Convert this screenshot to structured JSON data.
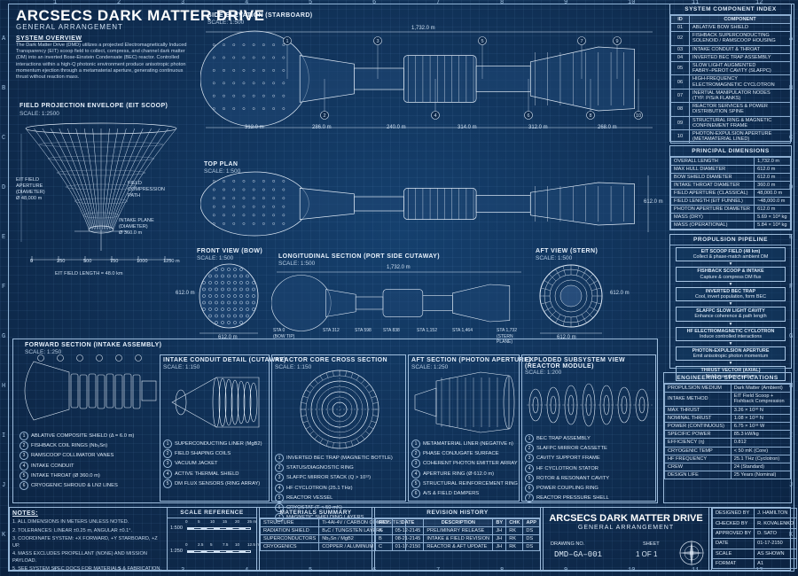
{
  "header": {
    "title": "ARCSECS DARK MATTER DRIVE",
    "subtitle": "GENERAL ARRANGEMENT"
  },
  "overview": {
    "heading": "SYSTEM OVERVIEW",
    "text": "The Dark Matter Drive (DMD) utilizes a projected Electromagnetically Induced Transparency (EIT) scoop field to collect, compress, and channel dark matter (DM) into an inverted Bose-Einstein Condensate (BEC) reactor. Controlled interactions within a high-Q photonic environment produce anisotropic photon momentum ejection through a metamaterial aperture, generating continuous thrust without reaction mass."
  },
  "side_elevation": {
    "title": "SIDE ELEVATION (STARBOARD)",
    "scale": "SCALE: 1:500",
    "length": "1,732.0 m",
    "segments": [
      "312.0 m",
      "286.0 m",
      "240.0 m",
      "314.0 m",
      "312.0 m",
      "268.0 m"
    ],
    "callouts": [
      "1",
      "2",
      "3",
      "4",
      "5",
      "6",
      "7",
      "8",
      "9",
      "10"
    ]
  },
  "eit_scoop": {
    "title": "FIELD PROJECTION ENVELOPE (EIT SCOOP)",
    "scale": "SCALE: 1:2500",
    "aperture_label": "EIT FIELD\nAPERTURE\n(DIAMETER)\nØ 48,000 m",
    "path_label": "FIELD\nCOMPRESSION\nPATH",
    "intake_label": "INTAKE PLANE\n(DIAMETER)\nØ 360.0 m",
    "ticks": [
      "0",
      "250",
      "500",
      "750",
      "1000",
      "1250 m"
    ],
    "field_length": "EIT FIELD LENGTH = 48.0 km"
  },
  "top_plan": {
    "title": "TOP PLAN",
    "scale": "SCALE: 1:500",
    "width": "612.0 m"
  },
  "front_view": {
    "title": "FRONT VIEW (BOW)",
    "scale": "SCALE: 1:500",
    "height": "612.0 m",
    "width": "612.0 m"
  },
  "long_section": {
    "title": "LONGITUDINAL SECTION (PORT SIDE CUTAWAY)",
    "scale": "SCALE: 1:500",
    "length": "1,732.0 m",
    "stations": [
      "STA 0\n(BOW TIP)",
      "STA 312",
      "STA 598",
      "STA 838",
      "STA 1,152",
      "STA 1,464",
      "STA 1,732\n(STERN PLANE)"
    ]
  },
  "aft_view": {
    "title": "AFT VIEW (STERN)",
    "scale": "SCALE: 1:500",
    "height": "612.0 m",
    "width": "612.0 m"
  },
  "forward_section": {
    "title": "FORWARD SECTION (INTAKE ASSEMBLY)",
    "scale": "SCALE: 1:250",
    "legend": [
      {
        "n": "1",
        "t": "ABLATIVE COMPOSITE SHIELD (Δ = 6.0 m)"
      },
      {
        "n": "2",
        "t": "FISHBACK COIL RINGS (Nb₃Sn)"
      },
      {
        "n": "3",
        "t": "RAMSCOOP COLLIMATOR VANES"
      },
      {
        "n": "4",
        "t": "INTAKE CONDUIT"
      },
      {
        "n": "5",
        "t": "INTAKE THROAT (Ø 360.0 m)"
      },
      {
        "n": "6",
        "t": "CRYOGENIC SHROUD & LN2 LINES"
      }
    ]
  },
  "intake_detail": {
    "title": "INTAKE CONDUIT DETAIL (CUTAWAY)",
    "scale": "SCALE: 1:150",
    "legend": [
      {
        "n": "1",
        "t": "SUPERCONDUCTING LINER (MgB2)"
      },
      {
        "n": "2",
        "t": "FIELD SHAPING COILS"
      },
      {
        "n": "3",
        "t": "VACUUM JACKET"
      },
      {
        "n": "4",
        "t": "ACTIVE THERMAL SHIELD"
      },
      {
        "n": "5",
        "t": "DM FLUX SENSORS (RING ARRAY)"
      }
    ]
  },
  "reactor_core": {
    "title": "REACTOR CORE CROSS SECTION",
    "scale": "SCALE: 1:150",
    "legend": [
      {
        "n": "1",
        "t": "INVERTED BEC TRAP (MAGNETIC BOTTLE)"
      },
      {
        "n": "2",
        "t": "STATUS/DIAGNOSTIC RING"
      },
      {
        "n": "3",
        "t": "SLAFPC MIRROR STACK (Q > 10¹²)"
      },
      {
        "n": "4",
        "t": "HF CYCLOTRON (25.1 THz)"
      },
      {
        "n": "5",
        "t": "REACTOR VESSEL"
      },
      {
        "n": "6",
        "t": "CRYOSTAT (T < 50 mK)"
      },
      {
        "n": "7",
        "t": "MAGNETIC SHIELDING LAYERS"
      }
    ]
  },
  "aft_section": {
    "title": "AFT SECTION (PHOTON APERTURE)",
    "scale": "SCALE: 1:250",
    "legend": [
      {
        "n": "1",
        "t": "METAMATERIAL LINER (NEGATIVE n)"
      },
      {
        "n": "2",
        "t": "PHASE CONJUGATE SURFACE"
      },
      {
        "n": "3",
        "t": "COHERENT PHOTON EMITTER ARRAY"
      },
      {
        "n": "4",
        "t": "APERTURE RING (Ø 612.0 m)"
      },
      {
        "n": "5",
        "t": "STRUCTURAL REINFORCEMENT RING"
      },
      {
        "n": "6",
        "t": "A/S & FIELD DAMPERS"
      }
    ]
  },
  "exploded": {
    "title": "EXPLODED SUBSYSTEM VIEW",
    "subtitle": "(REACTOR MODULE)",
    "scale": "SCALE: 1:200",
    "legend": [
      {
        "n": "1",
        "t": "BEC TRAP ASSEMBLY"
      },
      {
        "n": "2",
        "t": "SLAFPC MIRROR CASSETTE"
      },
      {
        "n": "3",
        "t": "CAVITY SUPPORT FRAME"
      },
      {
        "n": "4",
        "t": "HF CYCLOTRON STATOR"
      },
      {
        "n": "5",
        "t": "ROTOR & RESONANT CAVITY"
      },
      {
        "n": "6",
        "t": "POWER COUPLING RING"
      },
      {
        "n": "7",
        "t": "REACTOR PRESSURE SHELL"
      }
    ]
  },
  "component_index": {
    "title": "SYSTEM COMPONENT INDEX",
    "headers": [
      "ID",
      "COMPONENT"
    ],
    "rows": [
      [
        "01",
        "ABLATIVE BOW SHIELD"
      ],
      [
        "02",
        "FISHBACK SUPERCONDUCTING\nSOLENOID / RAMSCOOP HOUSING"
      ],
      [
        "03",
        "INTAKE CONDUIT & THROAT"
      ],
      [
        "04",
        "INVERTED BEC TRAP ASSEMBLY"
      ],
      [
        "05",
        "SLOW LIGHT AUGMENTED\nFABRY–PEROT CAVITY (SLAFPC)"
      ],
      [
        "06",
        "HIGH-FREQUENCY\nELECTROMAGNETIC CYCLOTRON"
      ],
      [
        "07",
        "INERTIAL MANIPULATOR NODES\n(TYP. P/S/A FLANKS)"
      ],
      [
        "08",
        "REACTOR SERVICES & POWER\nDISTRIBUTION SPINE"
      ],
      [
        "09",
        "STRUCTURAL RING & MAGNETIC\nCONFINEMENT FRAME"
      ],
      [
        "10",
        "PHOTON-EXPULSION APERTURE\n(METAMATERIAL LINED)"
      ]
    ]
  },
  "principal_dims": {
    "title": "PRINCIPAL DIMENSIONS",
    "rows": [
      [
        "OVERALL LENGTH",
        "1,732.0 m"
      ],
      [
        "MAX HULL DIAMETER",
        "612.0 m"
      ],
      [
        "BOW SHIELD DIAMETER",
        "612.0 m"
      ],
      [
        "INTAKE THROAT DIAMETER",
        "360.0 m"
      ],
      [
        "FIELD APERTURE (CLASSICAL)",
        "48,000.0 m"
      ],
      [
        "FIELD LENGTH (EIT FUNNEL)",
        "~48,000.0 m"
      ],
      [
        "PHOTON APERTURE DIAMETER",
        "612.0 m"
      ],
      [
        "MASS (DRY)",
        "5.69 × 10⁸ kg"
      ],
      [
        "MASS (OPERATIONAL)",
        "5.84 × 10⁸ kg"
      ]
    ]
  },
  "pipeline": {
    "title": "PROPULSION PIPELINE",
    "steps": [
      [
        "EIT SCOOP FIELD (48 km)",
        "Collect & phase-match ambient DM"
      ],
      [
        "FISHBACK SCOOP & INTAKE",
        "Capture & compress DM flux"
      ],
      [
        "INVERTED BEC TRAP",
        "Cool, invert population, form BEC"
      ],
      [
        "SLAFPC SLOW LIGHT CAVITY",
        "Enhance coherence & path length"
      ],
      [
        "HF ELECTROMAGNETIC CYCLOTRON",
        "Induce controlled interactions"
      ],
      [
        "PHOTON-EXPULSION APERTURE",
        "Emit anisotropic photon momentum"
      ],
      [
        "THRUST VECTOR (AXIAL)",
        "Net forward momentum"
      ]
    ]
  },
  "eng_specs": {
    "title": "ENGINEERING SPECIFICATIONS",
    "rows": [
      [
        "PROPULSION MEDIUM",
        "Dark Matter (Ambient)"
      ],
      [
        "INTAKE METHOD",
        "EIT Field Scoop +\nFishback Compression"
      ],
      [
        "MAX THRUST",
        "3.26 × 10¹⁰ N"
      ],
      [
        "NOMINAL THRUST",
        "1.08 × 10¹⁰ N"
      ],
      [
        "POWER (CONTINUOUS)",
        "6.75 × 10¹⁸ W"
      ],
      [
        "SPECIFIC POWER",
        "85.3 kW/kg"
      ],
      [
        "EFFICIENCY (η)",
        "0.812"
      ],
      [
        "CRYOGENIC TEMP",
        "< 50 mK (Core)"
      ],
      [
        "HF FREQUENCY",
        "25.1 THz (Cyclotron)"
      ],
      [
        "CREW",
        "24 (Standard)"
      ],
      [
        "DESIGN LIFE",
        "25 Years (Nominal)"
      ]
    ]
  },
  "notes": {
    "title": "NOTES:",
    "items": [
      "1. ALL DIMENSIONS IN METERS UNLESS NOTED.",
      "2. TOLERANCES: LINEAR ±0.25 m, ANGULAR ±0.1°.",
      "3. COORDINATE SYSTEM: +X FORWARD, +Y STARBOARD, +Z UP.",
      "4. MASS EXCLUDES PROPELLANT (NONE) AND MISSION PAYLOAD.",
      "5. SEE SYSTEM SPEC DOCS FOR MATERIALS & FABRICATION."
    ]
  },
  "scale_ref": {
    "title": "SCALE REFERENCE",
    "rows": [
      {
        "label": "1:500",
        "ticks": [
          "0",
          "5",
          "10",
          "15",
          "20",
          "25 m"
        ]
      },
      {
        "label": "1:250",
        "ticks": [
          "0",
          "2.5",
          "5",
          "7.5",
          "10",
          "12.5 m"
        ]
      }
    ]
  },
  "materials": {
    "title": "MATERIALS SUMMARY",
    "rows": [
      [
        "STRUCTURE",
        "Ti-4Al-4V / CARBON COMPOSITES"
      ],
      [
        "RADIATION SHIELD",
        "B₄C / TUNGSTEN LAYERS"
      ],
      [
        "SUPERCONDUCTORS",
        "Nb₃Sn / MgB2"
      ],
      [
        "CRYOGENICS",
        "COPPER / ALUMINUM"
      ]
    ]
  },
  "revisions": {
    "title": "REVISION HISTORY",
    "headers": [
      "REV",
      "DATE",
      "DESCRIPTION",
      "BY",
      "CHK",
      "APP"
    ],
    "rows": [
      [
        "A",
        "05-12-2145",
        "PRELIMINARY RELEASE",
        "JH",
        "RK",
        "DS"
      ],
      [
        "B",
        "08-21-2145",
        "INTAKE & FIELD REVISION",
        "JH",
        "RK",
        "DS"
      ],
      [
        "C",
        "01-17-2150",
        "REACTOR & AFT UPDATE",
        "JH",
        "RK",
        "DS"
      ]
    ]
  },
  "title_block": {
    "title": "ARCSECS DARK MATTER DRIVE",
    "subtitle": "GENERAL ARRANGEMENT",
    "drawing_no_label": "DRAWING NO.",
    "drawing_no": "DMD–GA–001",
    "sheet_label": "SHEET",
    "sheet": "1 OF 1",
    "rows": [
      [
        "DESIGNED BY",
        "J. HAMILTON"
      ],
      [
        "CHECKED BY",
        "R. KOVALENKO"
      ],
      [
        "APPROVED BY",
        "D. SATO"
      ],
      [
        "DATE",
        "01-17-2150"
      ],
      [
        "SCALE",
        "AS SHOWN"
      ],
      [
        "FORMAT",
        "A1"
      ]
    ]
  },
  "grid": {
    "cols": [
      "1",
      "2",
      "3",
      "4",
      "5",
      "6",
      "7",
      "8",
      "9",
      "10",
      "11",
      "12"
    ],
    "rows": [
      "A",
      "B",
      "C",
      "D",
      "E",
      "F",
      "G",
      "H",
      "I",
      "J",
      "K"
    ]
  },
  "colors": {
    "background": "#0e2a4c",
    "line": "#cfe0f2",
    "frame": "#8fb3d6"
  }
}
